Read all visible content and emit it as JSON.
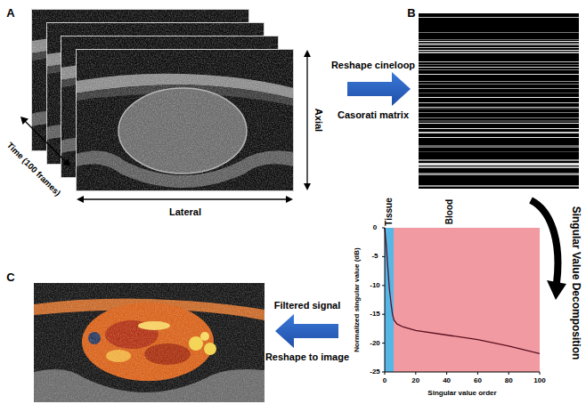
{
  "diagram": {
    "labels": [
      "A",
      "Axial",
      "Lateral",
      "Time (100 frames)",
      "Reshape cineloop",
      "Casorati matrix",
      "B",
      "Singular Value Decomposition",
      "Tissue",
      "Blood",
      "0",
      "-5",
      "-10",
      "-15",
      "-20",
      "-25",
      "Normalized singular value (dB)",
      "0",
      "20",
      "40",
      "60",
      "80",
      "100",
      "Singular value order",
      "Filtered signal",
      "Reshape to image",
      "C"
    ]
  }
}
